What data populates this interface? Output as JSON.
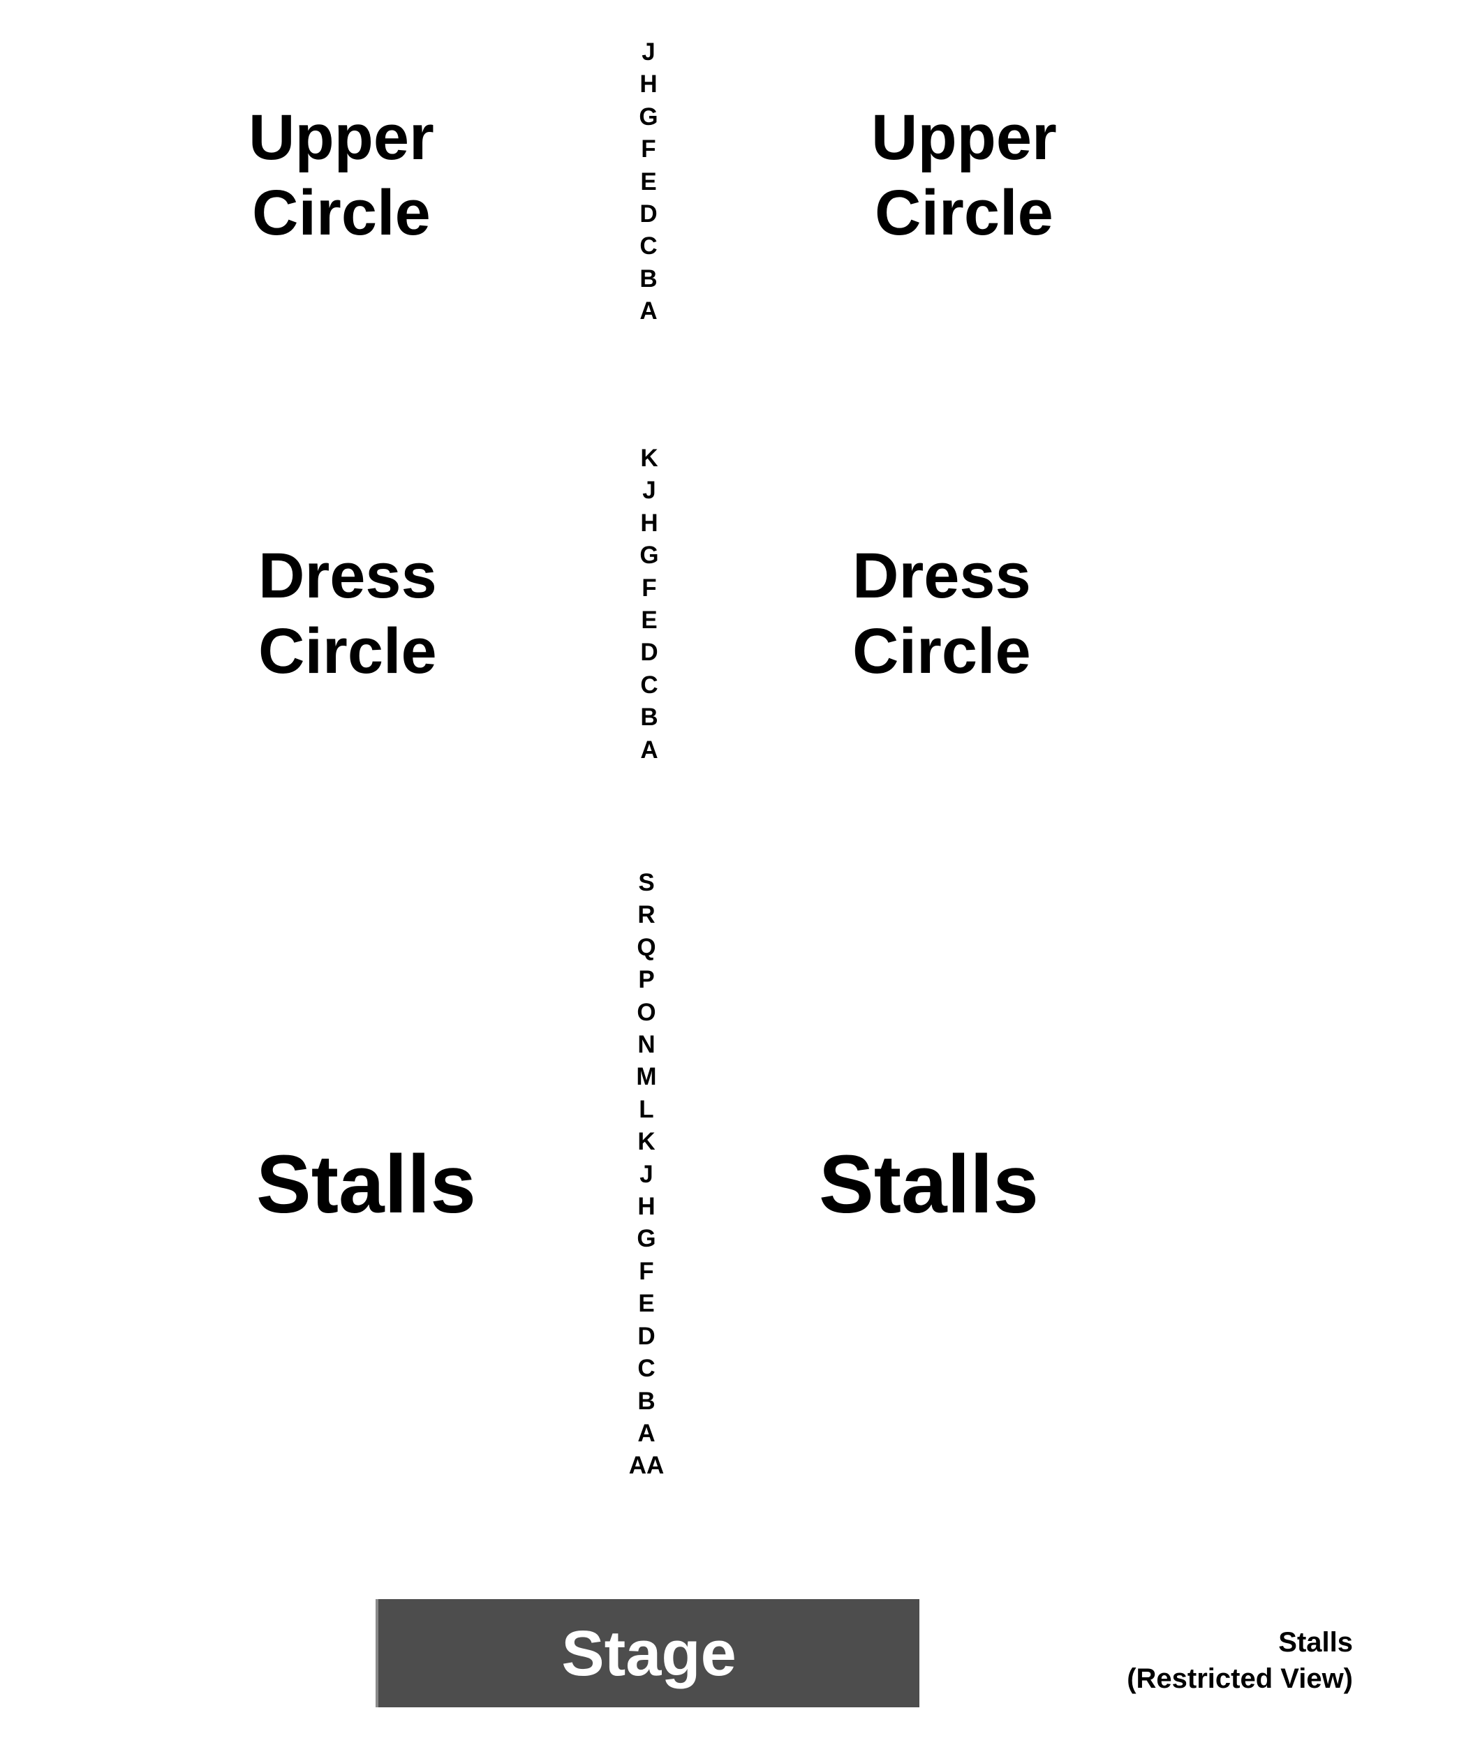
{
  "sections": {
    "upper_circle": {
      "line1": "Upper",
      "line2": "Circle"
    },
    "dress_circle": {
      "line1": "Dress",
      "line2": "Circle"
    },
    "stalls": "Stalls"
  },
  "rows": {
    "upper_circle": [
      "J",
      "H",
      "G",
      "F",
      "E",
      "D",
      "C",
      "B",
      "A"
    ],
    "dress_circle": [
      "K",
      "J",
      "H",
      "G",
      "F",
      "E",
      "D",
      "C",
      "B",
      "A"
    ],
    "stalls": [
      "S",
      "R",
      "Q",
      "P",
      "O",
      "N",
      "M",
      "L",
      "K",
      "J",
      "H",
      "G",
      "F",
      "E",
      "D",
      "C",
      "B",
      "A",
      "AA"
    ]
  },
  "stage": {
    "label": "Stage",
    "color": "#4d4d4d"
  },
  "legend": {
    "line1": "Stalls",
    "line2": "(Restricted View)"
  }
}
